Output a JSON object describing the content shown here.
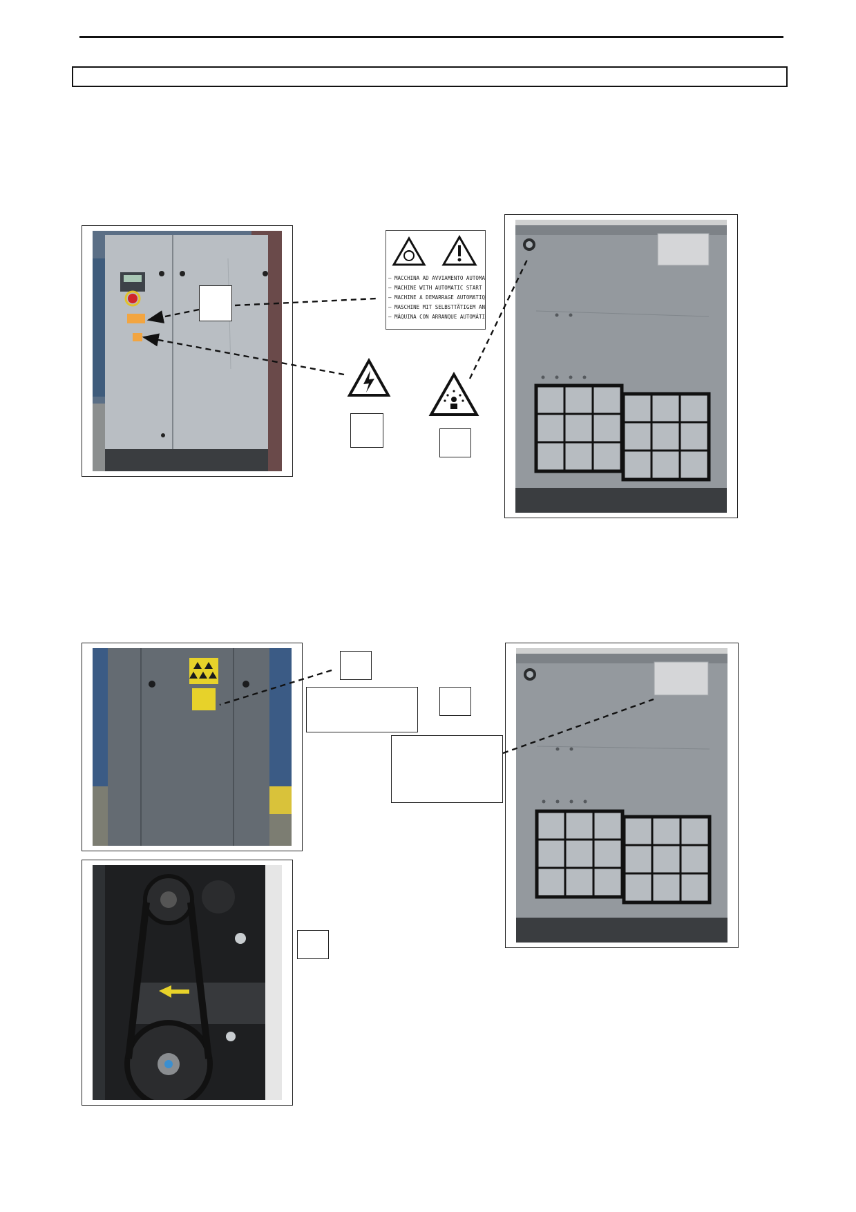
{
  "sticker": {
    "lines": [
      "— MACCHINA AD AVVIAMENTO AUTOMATICO",
      "— MACHINE WITH AUTOMATIC START",
      "— MACHINE A DEMARRAGE AUTOMATIQUE",
      "— MASCHINE MIT SELBSTTÄTIGEM ANLAUF",
      "— MÁQUINA CON ARRANQUE AUTOMÁTICO"
    ],
    "icons": [
      "automatic-start-warning-icon",
      "general-warning-icon"
    ]
  },
  "warning_icons": [
    "electrical-hazard-icon",
    "hot-fluid-spray-hazard-icon"
  ],
  "colors": {
    "panel_gray": "#b9bec3",
    "panel_dark": "#6d747b",
    "label_orange": "#f2a541",
    "label_yellow": "#e7d22a",
    "belt_black": "#1e1f21"
  }
}
